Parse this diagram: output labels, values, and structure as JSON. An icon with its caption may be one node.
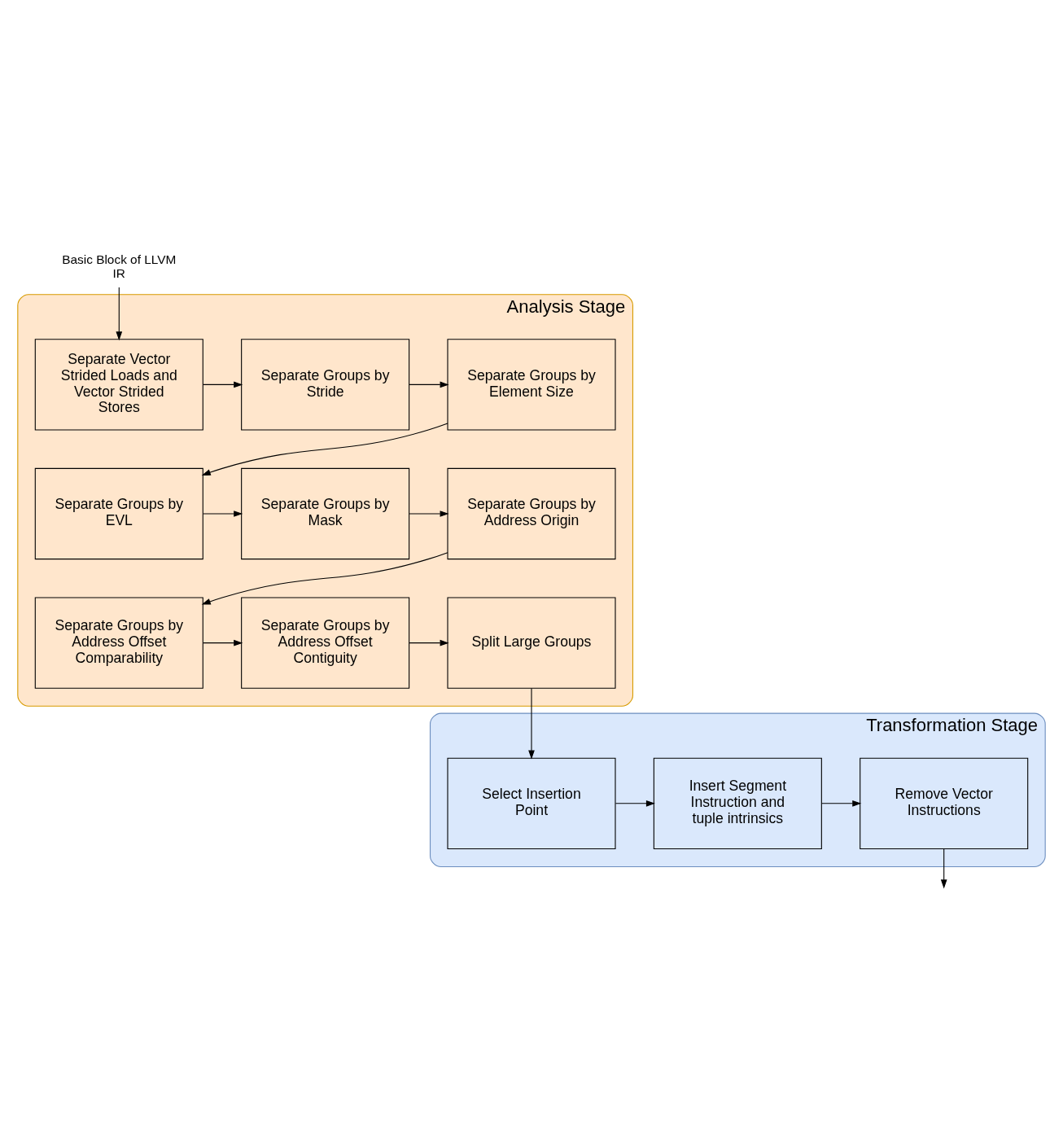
{
  "diagram": {
    "nodes": [
      {
        "text": [
          "Basic Block of LLVM IR"
        ]
      },
      {
        "text": [
          "Analysis Stage"
        ]
      },
      {
        "text": [
          "Separate Vector Strided Loads and Vector Strided Stores"
        ],
        "in": 1
      },
      {
        "text": [
          "Separate Groups by Stride"
        ],
        "in": 1
      },
      {
        "text": [
          "Separate Groups by Element Size"
        ],
        "in": 1
      },
      {
        "text": [
          "Separate Groups by Address Origin"
        ],
        "in": 1
      },
      {
        "text": [
          "Separate Groups by Mask"
        ],
        "in": 1
      },
      {
        "text": [
          "Separate Groups by EVL"
        ],
        "in": 1
      },
      {
        "text": [
          "Separate Groups by Address Offset Comparability"
        ],
        "in": 1
      },
      {
        "text": [
          "Separate Groups by Address Offset Contiguity"
        ],
        "in": 1
      },
      {
        "text": [
          "Split Large Groups"
        ],
        "in": 1
      },
      {
        "text": [
          "Transformation Stage"
        ]
      },
      {
        "text": [
          "Remove Vector Instructions"
        ],
        "in": 11
      },
      {
        "text": [
          "Insert Segment Instruction and tuple intrinsics"
        ],
        "in": 11
      },
      {
        "text": [
          "Select Insertion Point"
        ],
        "in": 11
      }
    ],
    "edges": [
      {
        "from": 0,
        "to": 2,
        "arrow": "to"
      },
      {
        "from": 2,
        "to": 3,
        "arrow": "to"
      },
      {
        "from": 3,
        "to": 4,
        "arrow": "to"
      },
      {
        "from": 4,
        "to": 7,
        "arrow": "to"
      },
      {
        "from": 7,
        "to": 6,
        "arrow": "to"
      },
      {
        "from": 6,
        "to": 5,
        "arrow": "to"
      },
      {
        "from": 5,
        "to": 8,
        "arrow": "to"
      },
      {
        "from": 8,
        "to": 9,
        "arrow": "to"
      },
      {
        "from": 9,
        "to": 10,
        "arrow": "to"
      },
      {
        "from": 10,
        "to": 14,
        "arrow": "to"
      },
      {
        "from": 14,
        "to": 13,
        "arrow": "to"
      },
      {
        "from": 13,
        "to": 12,
        "arrow": "to"
      },
      {
        "from": 12,
        "to": null,
        "arrow": "to"
      }
    ]
  }
}
